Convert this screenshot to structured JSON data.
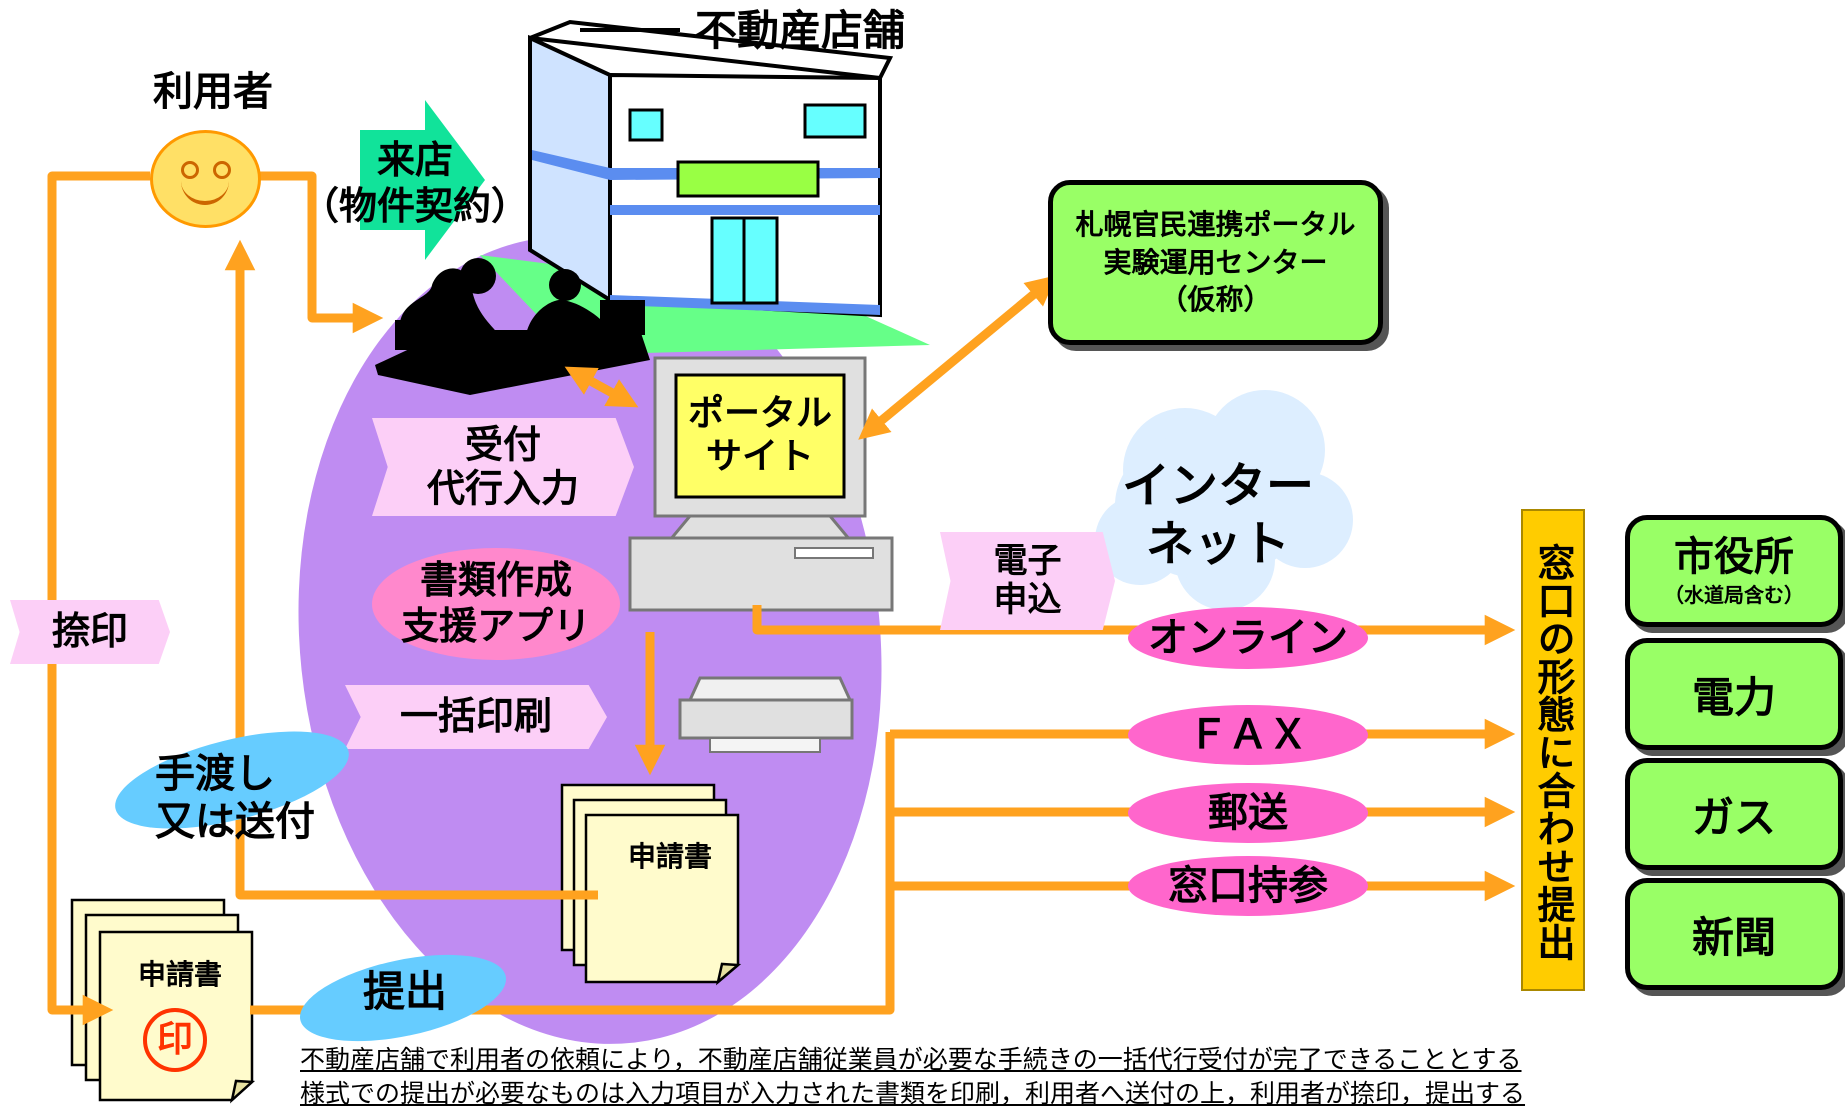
{
  "store": {
    "title": "不動産店舗"
  },
  "user": {
    "label": "利用者"
  },
  "visit": {
    "line1": "来店",
    "line2": "（物件契約）"
  },
  "center": {
    "line1": "札幌官民連携ポータル",
    "line2": "実験運用センター",
    "line3": "（仮称）"
  },
  "portal": {
    "line1": "ポータル",
    "line2": "サイト"
  },
  "reception": {
    "line1": "受付",
    "line2": "代行入力"
  },
  "app": {
    "line1": "書類作成",
    "line2": "支援アプリ"
  },
  "bulk_print": {
    "label": "一括印刷"
  },
  "internet": {
    "line1": "インター",
    "line2": "ネット"
  },
  "e_apply": {
    "line1": "電子",
    "line2": "申込"
  },
  "seal": {
    "label": "捺印"
  },
  "handover": {
    "line1": "手渡し",
    "line2": "又は送付"
  },
  "application_doc": {
    "label": "申請書"
  },
  "user_doc": {
    "label": "申請書",
    "stamp": "印"
  },
  "submit": {
    "label": "提出"
  },
  "channels": {
    "online": "オンライン",
    "fax": "ＦＡＸ",
    "mail": "郵送",
    "counter": "窓口持参"
  },
  "window": {
    "label": "窓口の形態に合わせ提出"
  },
  "agencies": {
    "city_hall": "市役所",
    "city_hall_note": "（水道局含む）",
    "power": "電力",
    "gas": "ガス",
    "newspaper": "新聞"
  },
  "notes": {
    "line1": "不動産店舗で利用者の依頼により，不動産店舗従業員が必要な手続きの一括代行受付が完了できることとする",
    "line2": "様式での提出が必要なものは入力項目が入力された書類を印刷，利用者へ送付の上，利用者が捺印，提出する"
  },
  "colors": {
    "arrow": "#ffa21f",
    "purple": "#bf8cf2",
    "green": "#99ff66",
    "pink": "#ff66cc",
    "light_pink": "#fccff7",
    "blue": "#66ccff",
    "gold": "#ffcc00",
    "yellow": "#ffff66"
  }
}
